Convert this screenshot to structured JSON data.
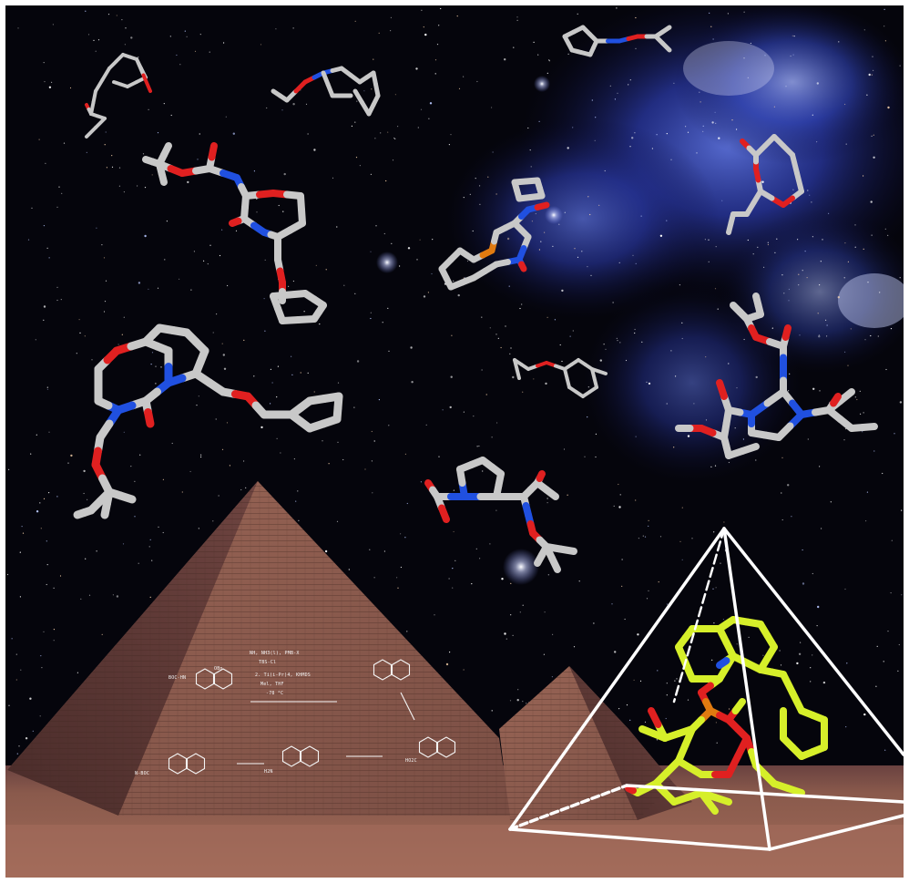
{
  "image": {
    "kind": "composite cover artwork",
    "description": "Starry night sky with blue nebula, floating ball-and-stick molecular models, Giza pyramids on a desert plain, and a wireframe pyramid containing a yellow crystal structure",
    "colors": {
      "sky": "#05050c",
      "nebula": "#2a3aa0",
      "pyramid_main": "#8a5a4e",
      "pyramid_shadow": "#5e3a34",
      "desert": "#7e5048",
      "carbon": "#c8c8c8",
      "oxygen": "#e02020",
      "nitrogen": "#2050e0",
      "phosphorus": "#e07a10",
      "crystal": "#d6ef2a",
      "wireframe": "#ffffff"
    }
  },
  "scheme": {
    "reagents_top": [
      "NH, NH3(l), PMB-X",
      "TBS-Cl",
      "2. Ti(i-Pr)4, KHMDS",
      "Mel, THF",
      "-78 °C"
    ],
    "labels": [
      "BOC-HN",
      "OBn",
      "HO2C",
      "N-BOC",
      "H2N"
    ]
  }
}
